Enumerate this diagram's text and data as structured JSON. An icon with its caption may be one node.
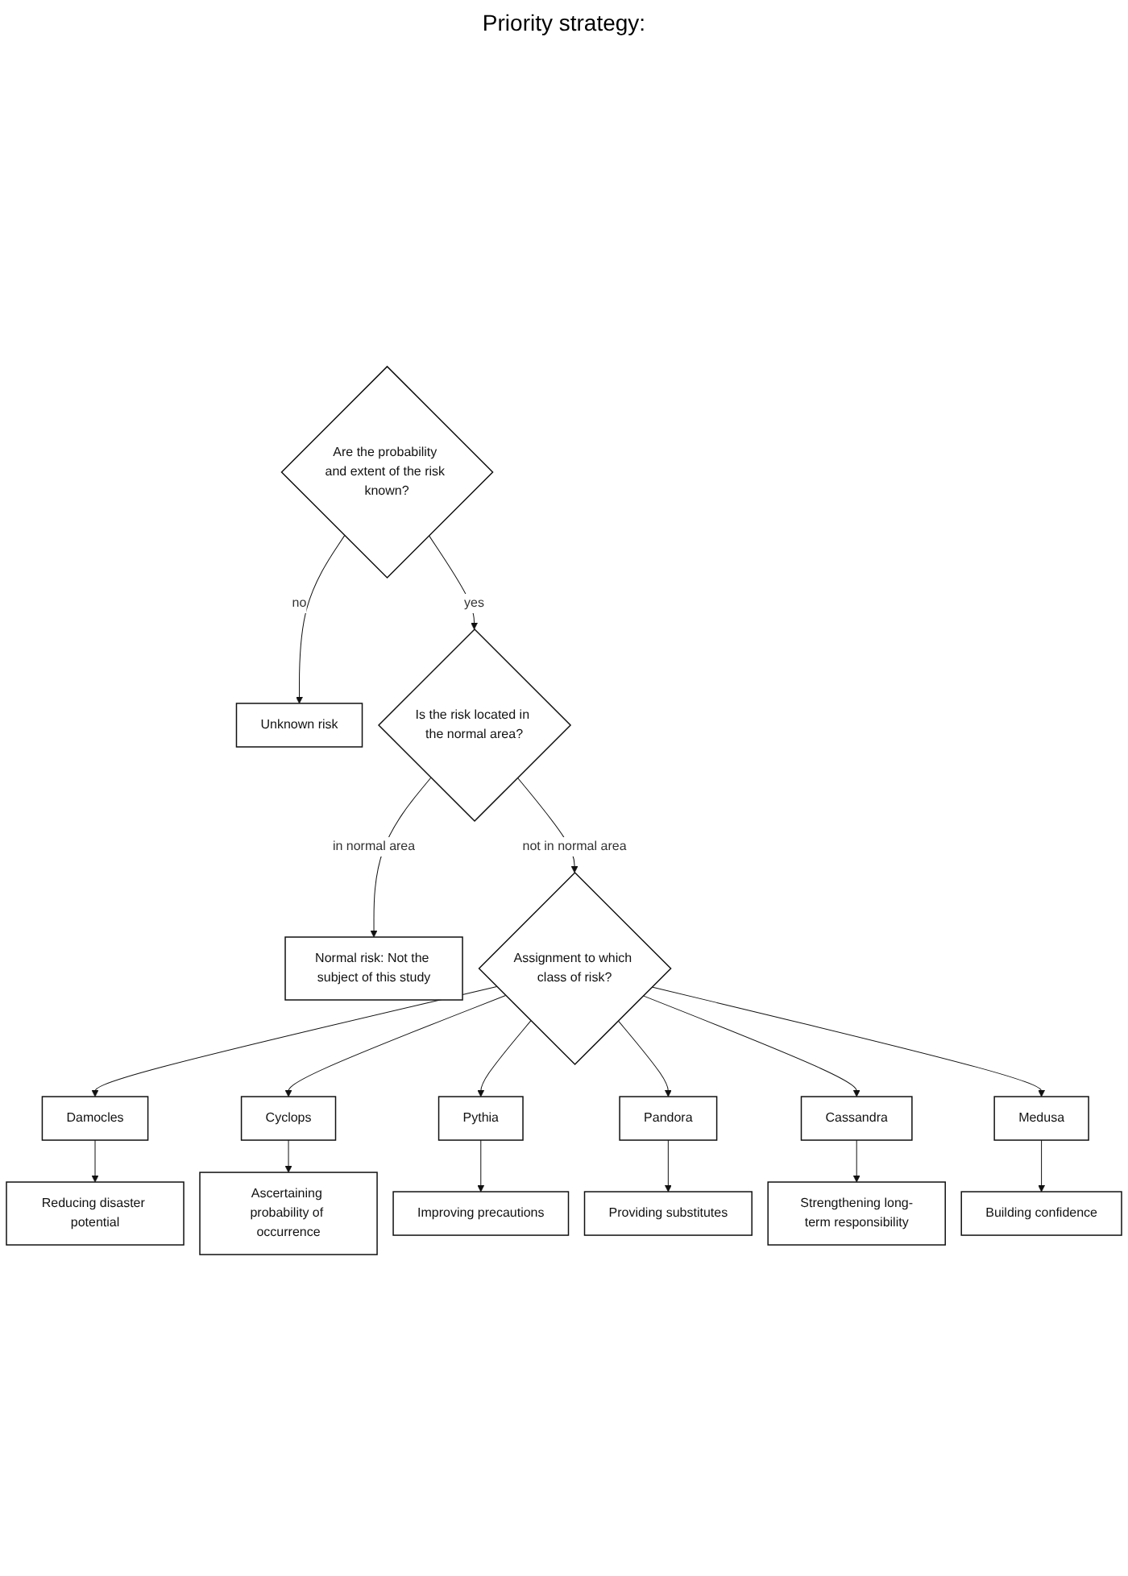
{
  "diagram": {
    "nodes": [
      {
        "text": [
          "Are the probability and extent of the risk known?"
        ]
      },
      {
        "text": [
          "Unknown risk"
        ]
      },
      {
        "text": [
          "Is the risk located in the normal area?"
        ]
      },
      {
        "text": [
          "Normal risk: Not the subject of this study"
        ]
      },
      {
        "text": [
          "Assignment to which class of risk?"
        ]
      },
      {
        "text": [
          "Damocles"
        ]
      },
      {
        "text": [
          "Reducing disaster potential"
        ]
      },
      {
        "text": [
          "Cyclops"
        ]
      },
      {
        "text": [
          "Ascertaining probability of occurrence"
        ]
      },
      {
        "text": [
          "Pythia"
        ]
      },
      {
        "text": [
          "Improving precautions"
        ]
      },
      {
        "text": [
          "Pandora"
        ]
      },
      {
        "text": [
          "Providing substitutes"
        ]
      },
      {
        "text": [
          "Cassandra"
        ]
      },
      {
        "text": [
          "Strengthening long-term responsibility"
        ]
      },
      {
        "text": [
          "Medusa"
        ]
      },
      {
        "text": [
          "Building confidence"
        ]
      }
    ],
    "edges": [
      {
        "from": 0,
        "to": 1,
        "arrow": "to",
        "label": "no"
      },
      {
        "from": 0,
        "to": 2,
        "arrow": "to",
        "label": "yes"
      },
      {
        "from": 2,
        "to": 3,
        "arrow": "to",
        "label": "in normal area"
      },
      {
        "from": 2,
        "to": 4,
        "arrow": "to",
        "label": "not in normal area"
      },
      {
        "from": 4,
        "to": 5,
        "arrow": "to"
      },
      {
        "from": 4,
        "to": 7,
        "arrow": "to"
      },
      {
        "from": 4,
        "to": 9,
        "arrow": "to"
      },
      {
        "from": 4,
        "to": 11,
        "arrow": "to"
      },
      {
        "from": 4,
        "to": 13,
        "arrow": "to"
      },
      {
        "from": 4,
        "to": 15,
        "arrow": "to"
      },
      {
        "from": 5,
        "to": 6,
        "arrow": "to"
      },
      {
        "from": 7,
        "to": 8,
        "arrow": "to"
      },
      {
        "from": 9,
        "to": 10,
        "arrow": "to"
      },
      {
        "from": 11,
        "to": 12,
        "arrow": "to"
      },
      {
        "from": 13,
        "to": 14,
        "arrow": "to"
      },
      {
        "from": 15,
        "to": 16,
        "arrow": "to"
      }
    ],
    "labels": [
      "Priority strategy:"
    ]
  }
}
